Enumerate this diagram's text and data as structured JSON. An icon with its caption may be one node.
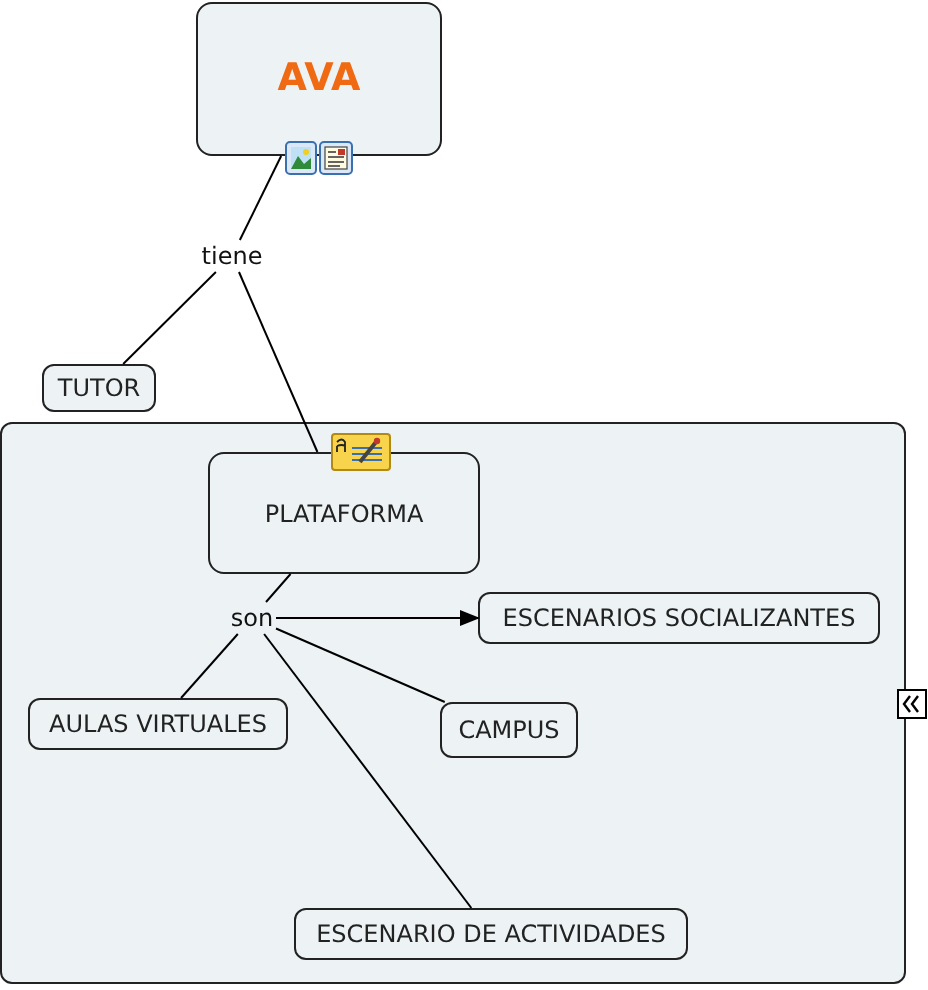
{
  "diagram": {
    "nodes": [
      {
        "text": [
          "AVA"
        ]
      },
      {
        "text": [
          "tiene"
        ]
      },
      {
        "text": [
          "TUTOR"
        ]
      },
      {
        "text": [],
        "shape": "box"
      },
      {
        "text": [
          "PLATAFORMA"
        ],
        "in": 3
      },
      {
        "text": [
          "son"
        ],
        "in": 3
      },
      {
        "text": [
          "ESCENARIOS SOCIALIZANTES"
        ],
        "in": 3
      },
      {
        "text": [
          "AULAS VIRTUALES"
        ],
        "in": 3
      },
      {
        "text": [
          "CAMPUS"
        ],
        "in": 3
      },
      {
        "text": [
          "ESCENARIO DE ACTIVIDADES"
        ],
        "in": 3
      }
    ],
    "edges": [
      {
        "from": 0,
        "to": 1,
        "arrow": "none"
      },
      {
        "from": 1,
        "to": 2,
        "arrow": "none"
      },
      {
        "from": 1,
        "to": 4,
        "arrow": "none"
      },
      {
        "from": 4,
        "to": 5,
        "arrow": "none"
      },
      {
        "from": 5,
        "to": 6,
        "arrow": "to"
      },
      {
        "from": 5,
        "to": 7,
        "arrow": "none"
      },
      {
        "from": 5,
        "to": 8,
        "arrow": "none"
      },
      {
        "from": 5,
        "to": 9,
        "arrow": "none"
      }
    ]
  }
}
